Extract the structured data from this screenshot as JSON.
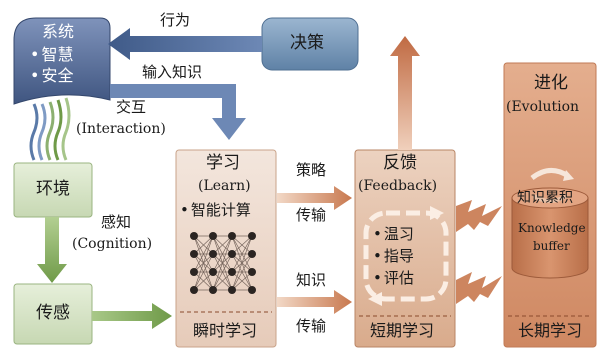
{
  "system": {
    "title": "系统",
    "items": [
      "智慧",
      "安全"
    ]
  },
  "decision": "决策",
  "edges": {
    "behavior": "行为",
    "input_knowledge": "输入知识",
    "interaction": "交互",
    "interaction_en": "(Interaction)",
    "perception": "感知",
    "perception_en": "(Cognition)",
    "strategy": "策略",
    "transfer_top": "传输",
    "knowledge": "知识",
    "transfer_bottom": "传输"
  },
  "environment": "环境",
  "sensing": "传感",
  "learn": {
    "title": "学习",
    "title_en": "(Learn)",
    "item": "智能计算",
    "footer": "瞬时学习"
  },
  "feedback": {
    "title": "反馈",
    "title_en": "(Feedback)",
    "items": [
      "温习",
      "指导",
      "评估"
    ],
    "footer": "短期学习"
  },
  "evolution": {
    "title": "进化",
    "title_en": "(Evolution",
    "knowledge": "知识累积",
    "buffer_line1": "Knowledge",
    "buffer_line2": "buffer",
    "footer": "长期学习"
  },
  "colors": {
    "system_fill": "#5a6e98",
    "decision_fill": "#7898b8",
    "green_box": "#d7e4c8",
    "learn_panel": "#ecd8cc",
    "feedback_panel": "#e2bfa8",
    "evolution_panel": "#d99a78",
    "cylinder": "#c9825c",
    "arrow_blue": "#4a6690",
    "arrow_green": "#7ea45a",
    "arrow_orange": "#c8805a"
  }
}
